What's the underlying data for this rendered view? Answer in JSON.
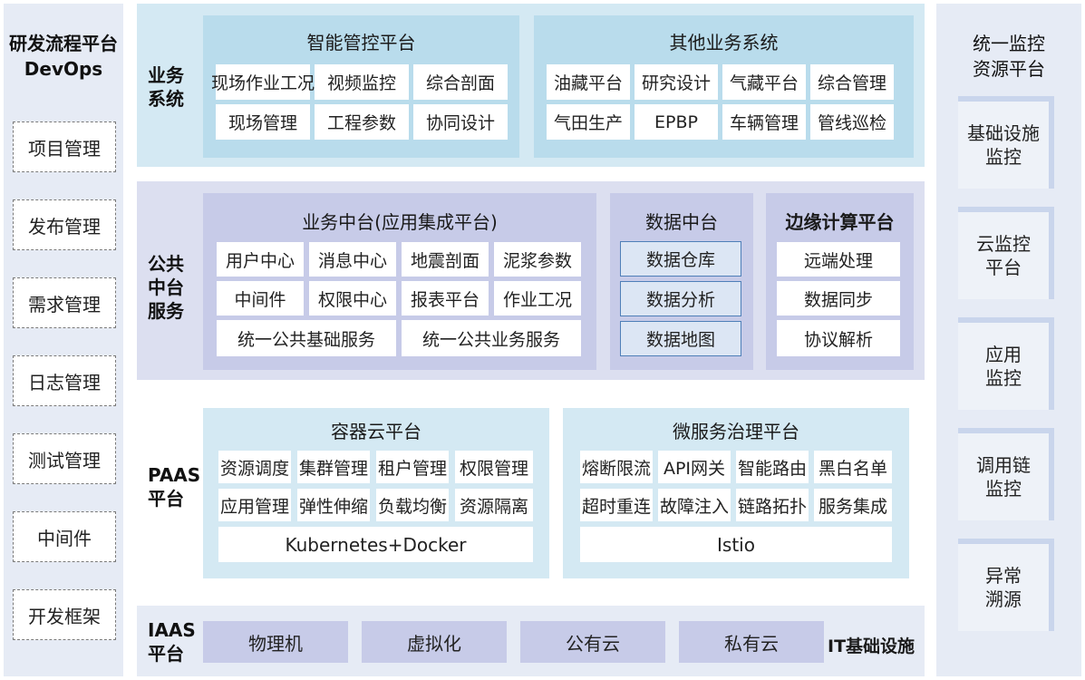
{
  "devops": {
    "title_line1": "研发流程平台",
    "title_line2": "DevOps",
    "items": [
      "项目管理",
      "发布管理",
      "需求管理",
      "日志管理",
      "测试管理",
      "中间件",
      "开发框架"
    ]
  },
  "monitor": {
    "title_line1": "统一监控",
    "title_line2": "资源平台",
    "items": [
      {
        "line1": "基础设施",
        "line2": "监控"
      },
      {
        "line1": "云监控",
        "line2": "平台"
      },
      {
        "line1": "应用",
        "line2": "监控"
      },
      {
        "line1": "调用链",
        "line2": "监控"
      },
      {
        "line1": "异常",
        "line2": "溯源"
      }
    ]
  },
  "business": {
    "label_line1": "业务",
    "label_line2": "系统",
    "smart": {
      "title": "智能管控平台",
      "cells": [
        "现场作业工况",
        "视频监控",
        "综合剖面",
        "现场管理",
        "工程参数",
        "协同设计"
      ]
    },
    "other": {
      "title": "其他业务系统",
      "cells": [
        "油藏平台",
        "研究设计",
        "气藏平台",
        "综合管理",
        "气田生产",
        "EPBP",
        "车辆管理",
        "管线巡检"
      ]
    }
  },
  "public": {
    "label_line1": "公共",
    "label_line2": "中台",
    "label_line3": "服务",
    "bizmid": {
      "title": "业务中台(应用集成平台)",
      "cells": [
        "用户中心",
        "消息中心",
        "地震剖面",
        "泥浆参数",
        "中间件",
        "权限中心",
        "报表平台",
        "作业工况"
      ],
      "wide": [
        "统一公共基础服务",
        "统一公共业务服务"
      ]
    },
    "datamid": {
      "title": "数据中台",
      "cells": [
        "数据仓库",
        "数据分析",
        "数据地图"
      ]
    },
    "edge": {
      "title": "边缘计算平台",
      "cells": [
        "远端处理",
        "数据同步",
        "协议解析"
      ]
    }
  },
  "paas": {
    "label_line1": "PAAS",
    "label_line2": "平台",
    "container": {
      "title": "容器云平台",
      "cells": [
        "资源调度",
        "集群管理",
        "租户管理",
        "权限管理",
        "应用管理",
        "弹性伸缩",
        "负载均衡",
        "资源隔离"
      ],
      "footer": "Kubernetes+Docker"
    },
    "micro": {
      "title": "微服务治理平台",
      "cells": [
        "熔断限流",
        "API网关",
        "智能路由",
        "黑白名单",
        "超时重连",
        "故障注入",
        "链路拓扑",
        "服务集成"
      ],
      "footer": "Istio"
    }
  },
  "iaas": {
    "label_line1": "IAAS",
    "label_line2": "平台",
    "cells": [
      "物理机",
      "虚拟化",
      "公有云",
      "私有云"
    ],
    "tail": "IT基础设施"
  }
}
